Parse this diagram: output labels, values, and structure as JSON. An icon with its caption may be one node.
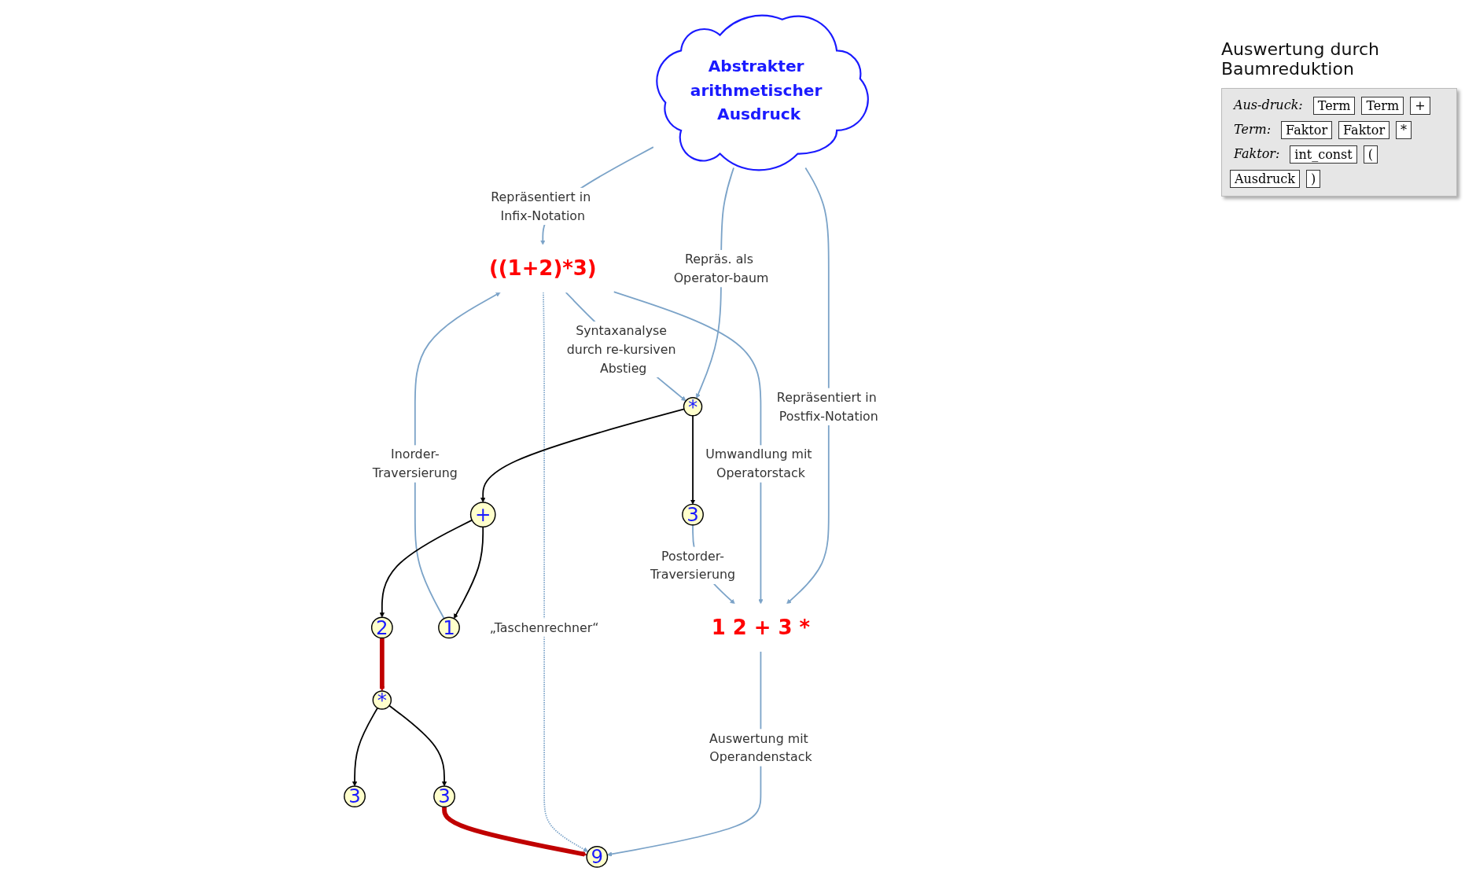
{
  "diagram": {
    "nodes": [
      {
        "text": [
          "Abstrakter arithmetischer Ausdruck"
        ]
      },
      {
        "text": [
          "((1+2)*3)"
        ]
      },
      {
        "text": [
          "1 2 + 3 *"
        ]
      },
      {
        "text": [
          "*"
        ]
      },
      {
        "text": [
          "+"
        ]
      },
      {
        "text": [
          "3"
        ]
      },
      {
        "text": [
          "1"
        ]
      },
      {
        "text": [
          "2"
        ]
      },
      {
        "text": [
          "*"
        ]
      },
      {
        "text": [
          "3"
        ]
      },
      {
        "text": [
          "3"
        ]
      },
      {
        "text": [
          "9"
        ]
      }
    ],
    "edges": [
      {
        "from": 0,
        "to": 1,
        "arrow": "to",
        "label": "Repräsentiert in Infix-Notation"
      },
      {
        "from": 0,
        "to": 2,
        "arrow": "to",
        "label": "Repräsentiert in Postfix-Notation"
      },
      {
        "from": 1,
        "to": 2,
        "arrow": "to",
        "label": "Umwandlung mit Operatorstack"
      },
      {
        "from": 0,
        "to": 3,
        "arrow": "to",
        "label": "Repräs. als Operator-baum"
      },
      {
        "from": 1,
        "to": 3,
        "arrow": "to",
        "label": "Syntaxanalyse durch re-kursiven Abstieg"
      },
      {
        "from": 6,
        "to": 1,
        "arrow": "to",
        "label": "Inorder-Traversierung"
      },
      {
        "from": 5,
        "to": 2,
        "arrow": "to",
        "label": "Postorder-Traversierung"
      },
      {
        "from": 2,
        "to": 11,
        "arrow": "to",
        "label": "Auswertung mit Operandenstack"
      },
      {
        "from": 1,
        "to": 11,
        "arrow": "to",
        "label": "„Taschenrechner“",
        "style": "dashed"
      },
      {
        "from": 3,
        "to": 4,
        "arrow": "to",
        "color": "#000000"
      },
      {
        "from": 3,
        "to": 5,
        "arrow": "to",
        "color": "#000000"
      },
      {
        "from": 4,
        "to": 6,
        "arrow": "to",
        "color": "#000000"
      },
      {
        "from": 4,
        "to": 7,
        "arrow": "to",
        "color": "#000000"
      },
      {
        "from": 7,
        "to": 8,
        "arrow": "to",
        "style": "thick",
        "color": "#c00000"
      },
      {
        "from": 8,
        "to": 9,
        "arrow": "to",
        "color": "#000000"
      },
      {
        "from": 8,
        "to": 10,
        "arrow": "to",
        "color": "#000000"
      },
      {
        "from": 10,
        "to": 11,
        "arrow": "to",
        "style": "thick",
        "color": "#c00000"
      }
    ],
    "labels": [
      "Auswertung durch Baumreduktion",
      "Aus-druck:",
      "Term",
      "Term",
      "+",
      "Term:",
      "Faktor",
      "Faktor",
      "*",
      "Faktor:",
      "int_const",
      "(",
      "Ausdruck",
      ")"
    ]
  }
}
